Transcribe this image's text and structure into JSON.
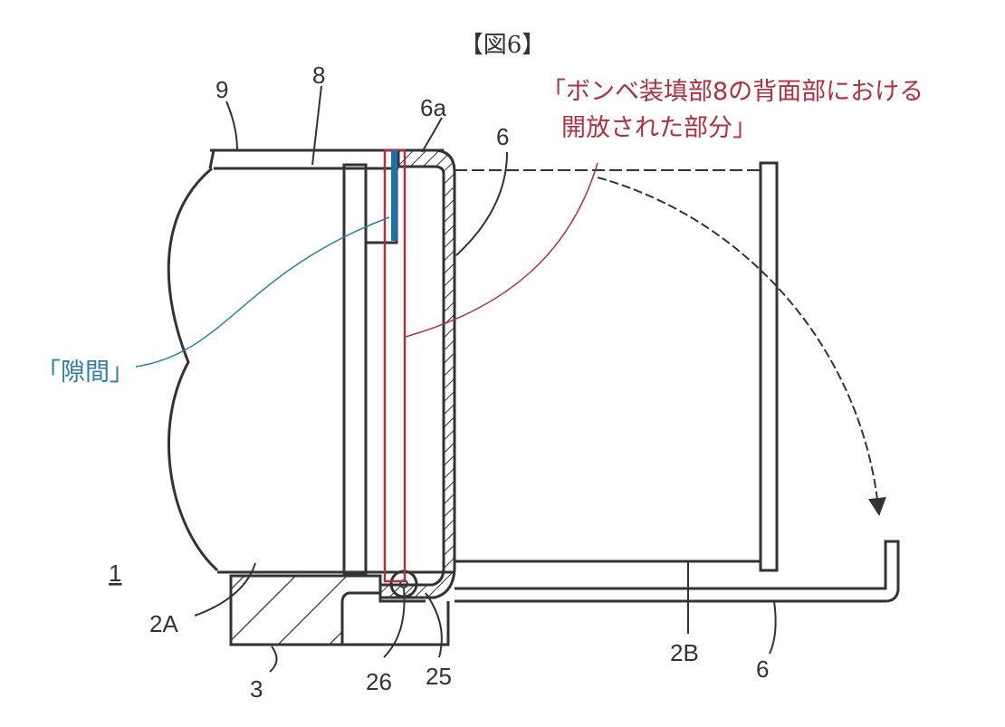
{
  "figure": {
    "title": "【図6】",
    "red_annotation": [
      "「ボンベ装填部8の背面部における",
      "開放された部分」"
    ],
    "blue_annotation": "「隙間」",
    "labels": {
      "l9": "9",
      "l8": "8",
      "l6a": "6a",
      "l6_top": "6",
      "l1": "1",
      "l2A": "2A",
      "l3": "3",
      "l26": "26",
      "l25": "25",
      "l2B": "2B",
      "l6_bottom": "6"
    },
    "colors": {
      "red": "#b03040",
      "blue": "#1f6fa8",
      "ink": "#333333"
    }
  }
}
